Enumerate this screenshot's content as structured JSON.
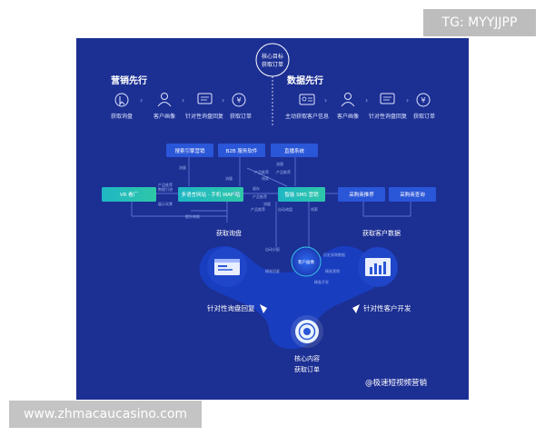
{
  "watermarks": {
    "top": "TG: MYYJJPP",
    "bottom": "www.zhmacaucasino.com"
  },
  "center_badge": {
    "line1": "核心目标",
    "line2": "获取订单"
  },
  "left_section": {
    "title": "营销先行",
    "steps": [
      "获取询盘",
      "客户画像",
      "针对性询盘回复",
      "获取订单"
    ],
    "icons": [
      "cursor-click-icon",
      "user-icon",
      "chat-window-icon",
      "yen-coin-icon"
    ]
  },
  "right_section": {
    "title": "数据先行",
    "steps": [
      "主动获取客户信息",
      "客户画像",
      "针对性询盘回复",
      "获取订单"
    ],
    "icons": [
      "id-card-icon",
      "user-icon",
      "chat-window-icon",
      "yen-coin-icon"
    ]
  },
  "flow": {
    "top_boxes": [
      "搜索引擎营销",
      "B2B 服务软件",
      "直播系统"
    ],
    "row": [
      "VR 看厂",
      "多语言网站 · 手机 WAP 站",
      "智能 SMS 营销",
      "采购商推荐",
      "采购商查询"
    ],
    "edge_labels": [
      "流量",
      "流量",
      "产品推荐",
      "流量",
      "产品推荐",
      "线索",
      "产品推荐",
      "数据引流",
      "展示实景",
      "留存",
      "产品推荐",
      "流量",
      "自动询盘",
      "线索",
      "产品推荐",
      "留言",
      "提升转换"
    ],
    "caption_left": "获取询盘",
    "caption_right": "获取客户数据",
    "hub_label": "客户画像",
    "hub_labels": [
      "自动分配",
      "精准回复",
      "历史采购数据",
      "精准营销",
      "精准开发"
    ],
    "callout_left": "针对性询盘回复",
    "callout_right": "针对性客户开发",
    "core_line1": "核心内容",
    "core_line2": "获取订单"
  },
  "signature": "@极速短视频营销",
  "colors": {
    "background": "#1c2f93",
    "box_blue": "#2a56d8",
    "box_teal": "#21b8b8",
    "accent_cyan": "#39c7e6",
    "text": "#ffffff"
  }
}
